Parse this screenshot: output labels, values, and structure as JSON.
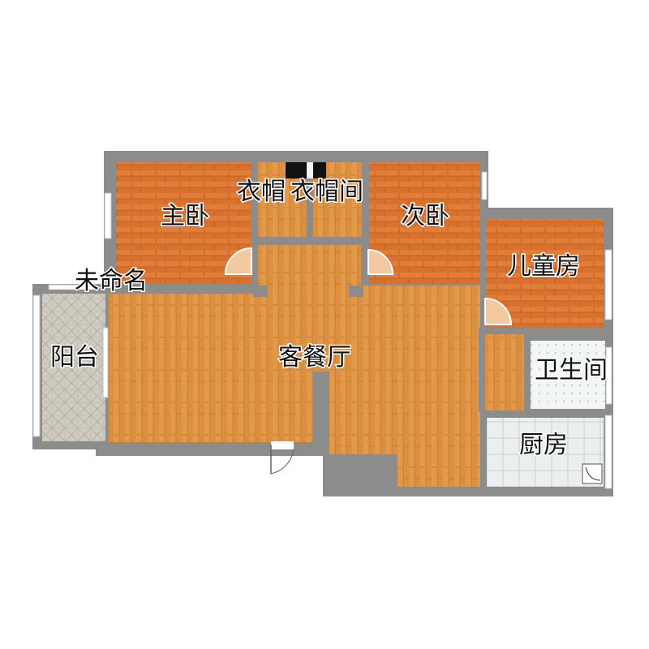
{
  "rooms": {
    "master_bedroom": "主卧",
    "wardrobe_1": "衣帽",
    "wardrobe_2": "衣帽间",
    "second_bedroom": "次卧",
    "kids_room": "儿童房",
    "unnamed": "未命名",
    "balcony": "阳台",
    "living_dining": "客餐厅",
    "bathroom": "卫生间",
    "kitchen": "厨房"
  },
  "colors": {
    "wall": "#8c8c8c",
    "bedroom_floor": "#d9732f",
    "living_floor": "#dc9040",
    "balcony_floor": "#c9c6bc",
    "bathroom_floor": "#eef3f2",
    "kitchen_floor": "#eceff0",
    "window": "#ffffff",
    "door_arc": "#f4c9a2"
  }
}
